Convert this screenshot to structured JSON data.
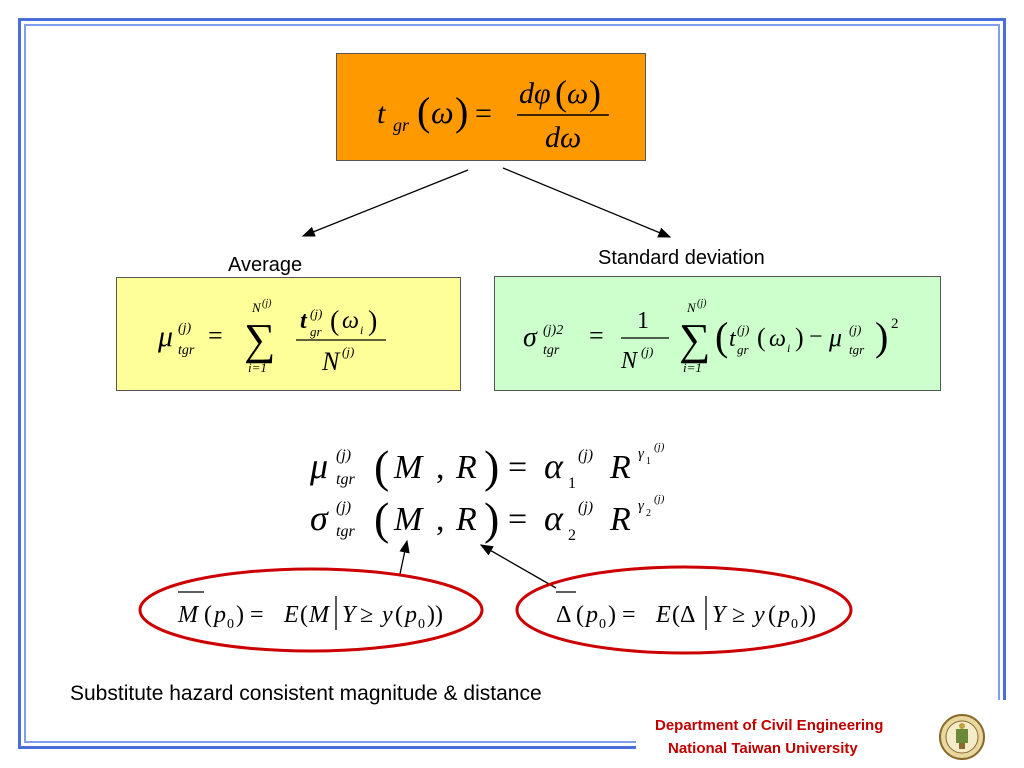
{
  "labels": {
    "average": "Average",
    "std_dev": "Standard deviation",
    "substitute": "Substitute hazard consistent magnitude & distance"
  },
  "footer": {
    "line1": "Department of Civil Engineering",
    "line2": "National Taiwan University"
  },
  "colors": {
    "frame": "#4a6fd8",
    "orange_box": "#ff9900",
    "yellow_box": "#ffff99",
    "green_box": "#ccffcc",
    "ellipse": "#cc0000",
    "footer_text": "#c00000"
  },
  "icons": {
    "seal": "university-seal-icon"
  }
}
